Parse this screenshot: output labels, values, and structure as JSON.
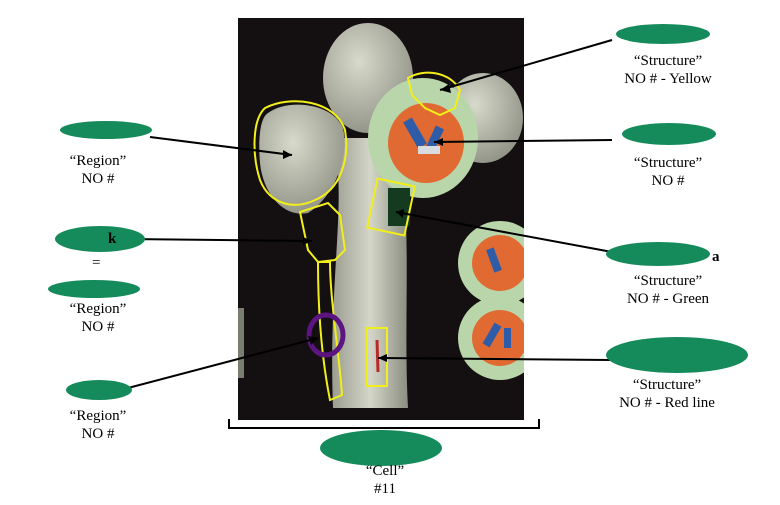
{
  "labels": {
    "region_top_left": {
      "line1": "“Region”",
      "line2": "NO #"
    },
    "region_mid_left": {
      "line1": "“Region”",
      "line2": "NO #"
    },
    "region_bottom_left": {
      "line1": "“Region”",
      "line2": "NO #"
    },
    "structure_yellow": {
      "line1": "“Structure”",
      "line2": "NO # - Yellow"
    },
    "structure_plain": {
      "line1": "“Structure”",
      "line2": "NO #"
    },
    "structure_green": {
      "line1": "“Structure”",
      "line2": "NO # - Green"
    },
    "structure_red": {
      "line1": "“Structure”",
      "line2": "NO # - Red line"
    },
    "cell": {
      "line1": "“Cell”",
      "line2": "#11"
    }
  },
  "fragments": {
    "k": "k",
    "eq": "=",
    "a": "a"
  },
  "colors": {
    "redaction": "#158a5a",
    "outline_yellow": "#f2ee1a",
    "outline_purple": "#5c1580",
    "model_gray": "#bdbfb0",
    "background_dark": "#140f10"
  }
}
